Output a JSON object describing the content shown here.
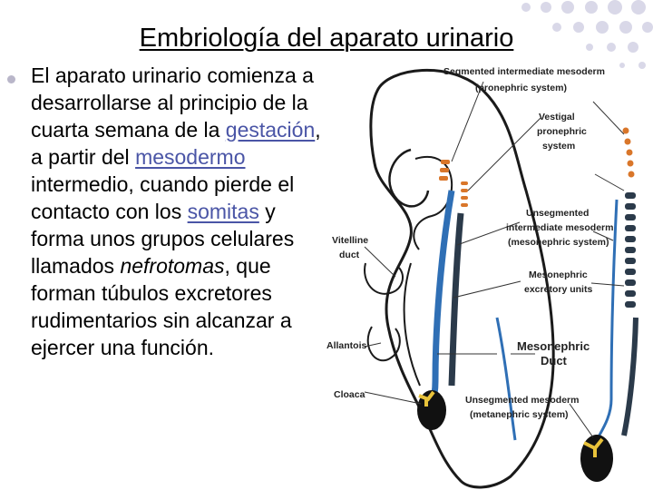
{
  "slide": {
    "title": "Embriología del aparato urinario",
    "body": {
      "t1": "El aparato urinario comienza a desarrollarse al principio de la cuarta semana de la ",
      "link1": "gestación",
      "t2": ", a partir del ",
      "link2": "mesodermo",
      "t3": " intermedio, cuando pierde el contacto con los ",
      "link3": "somitas",
      "t4": " y forma unos grupos celulares llamados ",
      "em1": "nefrotomas",
      "t5": ", que forman túbulos excretores rudimentarios sin alcanzar a ejercer una función."
    }
  },
  "figure": {
    "labels": {
      "segmented_1": "Segmented intermediate mesoderm",
      "segmented_2": "(pronephric system)",
      "vestigial_1": "Vestigal",
      "vestigial_2": "pronephric",
      "vestigial_3": "system",
      "vitelline_1": "Vitelline",
      "vitelline_2": "duct",
      "unseg_int_1": "Unsegmented",
      "unseg_int_2": "intermediate mesoderm",
      "unseg_int_3": "(mesonephric system)",
      "mesoneph_units_1": "Mesonephric",
      "mesoneph_units_2": "excretory units",
      "allantois": "Allantois",
      "duct_1": "Mesonephric",
      "duct_2": "Duct",
      "cloaca": "Cloaca",
      "unseg_meso_1": "Unsegmented mesoderm",
      "unseg_meso_2": "(metanephric system)"
    },
    "colors": {
      "duct_blue": "#2f6fb5",
      "mesoderm_dark": "#2b3a4a",
      "somite_orange": "#d9762a",
      "kidney_yellow": "#e8c23a"
    }
  }
}
